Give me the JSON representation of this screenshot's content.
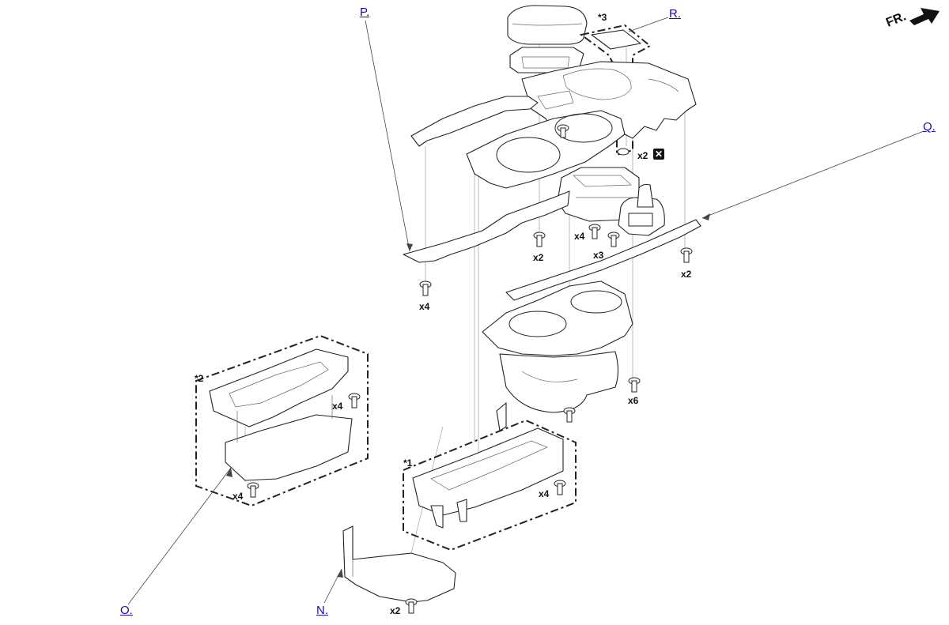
{
  "direction": {
    "label": "FR.",
    "icon": "front-direction-arrow-icon"
  },
  "references": [
    {
      "id": "P",
      "label": "P."
    },
    {
      "id": "R",
      "label": "R."
    },
    {
      "id": "Q",
      "label": "Q."
    },
    {
      "id": "O",
      "label": "O."
    },
    {
      "id": "N",
      "label": "N."
    }
  ],
  "notes": {
    "note1": "*1",
    "note2": "*2",
    "note3": "*3"
  },
  "quantities": {
    "clip_top": "x2",
    "screw_shift": "x2",
    "screw_left": "x4",
    "screw_module_a": "x4",
    "screw_module_b": "x3",
    "screw_right": "x2",
    "screw_lower": "x6",
    "screw_box2": "x4",
    "screw_box2_bottom": "x4",
    "screw_box1": "x4",
    "screw_bottom": "x2"
  },
  "symbols": {
    "do_not_reuse": "✕"
  },
  "colors": {
    "line": "#222222",
    "link": "#1a0dab",
    "dashed_border": "#222222"
  }
}
